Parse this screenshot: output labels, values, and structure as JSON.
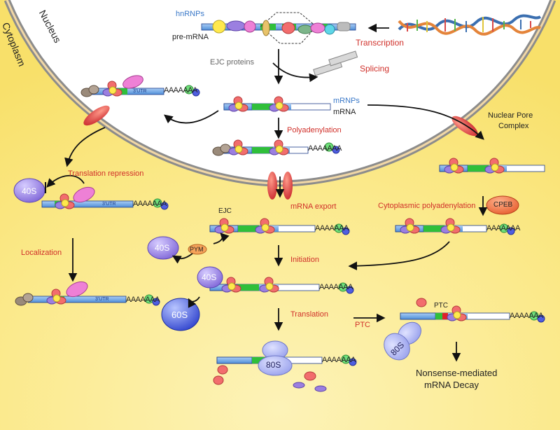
{
  "regions": {
    "nucleus": "Nucleus",
    "cytoplasm": "Cytoplasm"
  },
  "molecules": {
    "hnrnps": "hnRNPs",
    "pre_mrna": "pre-mRNA",
    "ejc_proteins": "EJC proteins",
    "mrnps": "mRNPs",
    "mrna": "mRNA",
    "npc_line1": "Nuclear Pore",
    "npc_line2": "Complex",
    "ejc": "EJC",
    "pym": "PYM",
    "cpeb": "CPEB",
    "ptc": "PTC",
    "utr": "3'UTR",
    "polyA": "AAAAAAA"
  },
  "ribosomes": {
    "s40": "40S",
    "s60": "60S",
    "s80": "80S"
  },
  "processes": {
    "transcription": "Transcription",
    "splicing": "Splicing",
    "polyadenylation": "Polyadenylation",
    "translation_repression": "Translation repression",
    "mrna_export": "mRNA export",
    "cytoplasmic_polyadenylation": "Cytoplasmic polyadenylation",
    "localization": "Localization",
    "initiation": "Initiation",
    "translation": "Translation",
    "ptc": "PTC"
  },
  "outcome": {
    "line1": "Nonsense-mediated",
    "line2": "mRNA Decay"
  },
  "colors": {
    "nucleus_bg": "#ffffff",
    "cytoplasm_bg": "#fbe98a",
    "membrane": "#9a9a9a",
    "process_text": "#d0302a",
    "molecule_text": "#3a78c8",
    "mrna_blue": "#6fa8e6",
    "exon_green": "#2fbf3a",
    "ejc_red": "#f26d6d",
    "ejc_yellow": "#ffe94d",
    "ejc_purple": "#9b7fe0",
    "ribosome": "#5a6cde"
  }
}
